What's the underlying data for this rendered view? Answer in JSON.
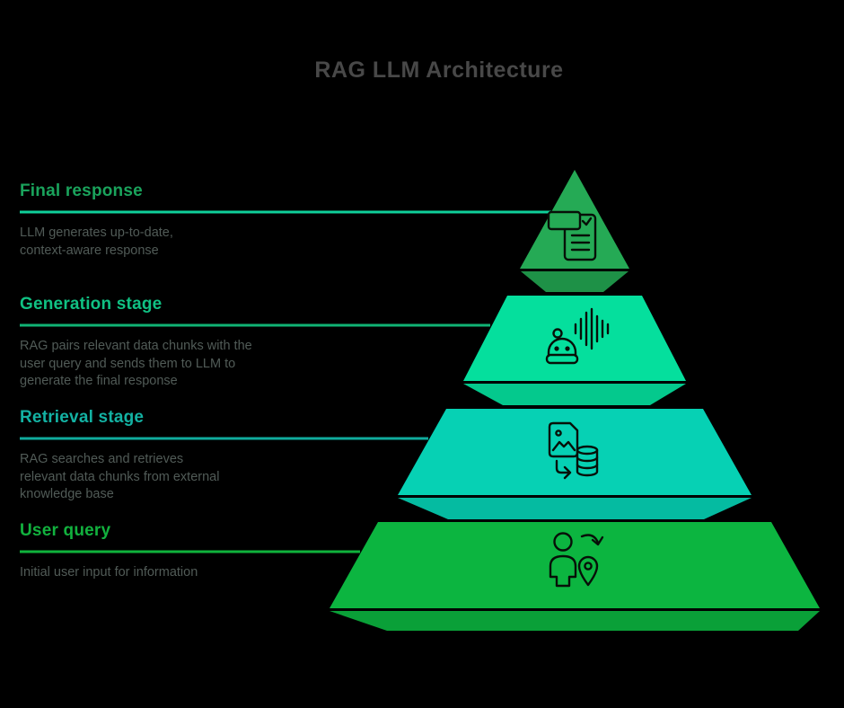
{
  "title": "RAG LLM Architecture",
  "title_color": "#484848",
  "background_color": "#000000",
  "labels": [
    {
      "heading": "Final response",
      "heading_color": "#1aa35c",
      "line_color": "#0fd09a",
      "description": "LLM generates up-to-date,\ncontext-aware response"
    },
    {
      "heading": "Generation stage",
      "heading_color": "#10c183",
      "line_color": "#10b375",
      "description": "RAG pairs relevant data chunks with the\nuser query and sends them to LLM to\ngenerate the final response"
    },
    {
      "heading": "Retrieval stage",
      "heading_color": "#13b2a3",
      "line_color": "#10ab9d",
      "description": "RAG searches and retrieves\nrelevant data chunks from external\nknowledge base"
    },
    {
      "heading": "User query",
      "heading_color": "#12b13e",
      "line_color": "#0fb23c",
      "description": "Initial user input for information"
    }
  ],
  "pyramid": {
    "description_color": "#515b57",
    "levels": [
      {
        "name": "final-response",
        "icon": "document-check-icon",
        "color": "#25aa55",
        "shade_color": "#1e9147"
      },
      {
        "name": "generation-stage",
        "icon": "robot-voice-icon",
        "color": "#05df9d",
        "shade_color": "#04c98d"
      },
      {
        "name": "retrieval-stage",
        "icon": "file-to-database-icon",
        "color": "#06d1b4",
        "shade_color": "#05bba1"
      },
      {
        "name": "user-query",
        "icon": "user-to-location-icon",
        "color": "#0cb540",
        "shade_color": "#0aa038"
      }
    ]
  }
}
